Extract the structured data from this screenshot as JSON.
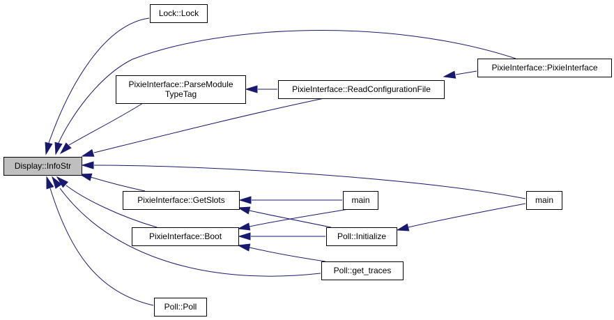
{
  "diagram": {
    "title": "Display::InfoStr caller graph",
    "colors": {
      "edge": "#191970",
      "node_border": "#000000",
      "node_fill": "#ffffff",
      "focus_fill": "#bfbfbf",
      "text": "#000000"
    },
    "nodes": [
      {
        "id": "infostr",
        "lines": [
          "Display::InfoStr"
        ],
        "focus": true
      },
      {
        "id": "lock",
        "lines": [
          "Lock::Lock"
        ]
      },
      {
        "id": "parsemodule",
        "lines": [
          "PixieInterface::ParseModule",
          "TypeTag"
        ]
      },
      {
        "id": "readconfig",
        "lines": [
          "PixieInterface::ReadConfigurationFile"
        ]
      },
      {
        "id": "pixiector",
        "lines": [
          "PixieInterface::PixieInterface"
        ]
      },
      {
        "id": "getslots",
        "lines": [
          "PixieInterface::GetSlots"
        ]
      },
      {
        "id": "boot",
        "lines": [
          "PixieInterface::Boot"
        ]
      },
      {
        "id": "main1",
        "lines": [
          "main"
        ]
      },
      {
        "id": "main2",
        "lines": [
          "main"
        ]
      },
      {
        "id": "pollinit",
        "lines": [
          "Poll::Initialize"
        ]
      },
      {
        "id": "gettraces",
        "lines": [
          "Poll::get_traces"
        ]
      },
      {
        "id": "pollctor",
        "lines": [
          "Poll::Poll"
        ]
      }
    ],
    "edges": [
      {
        "from": "lock",
        "to": "infostr"
      },
      {
        "from": "pixiector",
        "to": "infostr"
      },
      {
        "from": "parsemodule",
        "to": "infostr"
      },
      {
        "from": "readconfig",
        "to": "infostr"
      },
      {
        "from": "main2",
        "to": "infostr"
      },
      {
        "from": "getslots",
        "to": "infostr"
      },
      {
        "from": "boot",
        "to": "infostr"
      },
      {
        "from": "gettraces",
        "to": "infostr"
      },
      {
        "from": "pollctor",
        "to": "infostr"
      },
      {
        "from": "readconfig",
        "to": "parsemodule"
      },
      {
        "from": "pixiector",
        "to": "readconfig"
      },
      {
        "from": "main1",
        "to": "getslots"
      },
      {
        "from": "pollinit",
        "to": "getslots"
      },
      {
        "from": "main1",
        "to": "boot"
      },
      {
        "from": "pollinit",
        "to": "boot"
      },
      {
        "from": "gettraces",
        "to": "boot"
      },
      {
        "from": "main2",
        "to": "pollinit"
      }
    ]
  }
}
